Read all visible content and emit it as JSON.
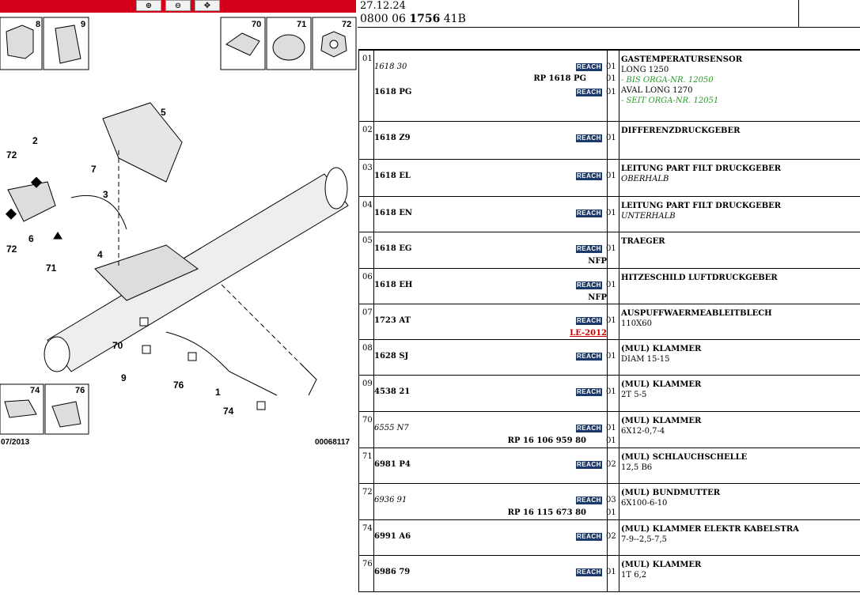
{
  "toolbar": {
    "zoom_in_icon": "zoom-in-icon",
    "zoom_out_icon": "zoom-out-icon",
    "pan_icon": "pan-icon"
  },
  "inset_boxes_top": [
    {
      "label": "8"
    },
    {
      "label": "9"
    },
    {
      "label": "70"
    },
    {
      "label": "71"
    },
    {
      "label": "72"
    }
  ],
  "inset_boxes_bottom": [
    {
      "label": "74"
    },
    {
      "label": "76"
    }
  ],
  "callouts": [
    "5",
    "2",
    "72",
    "7",
    "3",
    "6",
    "4",
    "72",
    "71",
    "70",
    "9",
    "76",
    "1",
    "74"
  ],
  "footer_left": "07/2013",
  "footer_right": "00068117",
  "header": {
    "date": "27.12.24",
    "ref_prefix": "0800 06 ",
    "ref_bold": "1756",
    "ref_suffix": " 41B"
  },
  "rows": [
    {
      "pos": "01",
      "h": 90,
      "lines": [
        {
          "part": "1618 30",
          "style": "i",
          "reach": true,
          "qty": "01"
        },
        {
          "part": "",
          "rcode": "RP 1618 PG",
          "rqty": "01"
        },
        {
          "part": "1618 PG",
          "style": "b",
          "reach": true,
          "qty": "01"
        }
      ],
      "desc": [
        {
          "t": "GASTEMPERATURSENSOR",
          "k": "t"
        },
        {
          "t": "LONG 1250",
          "k": "s"
        },
        {
          "t": "- BIS ORGA-NR. 12050",
          "k": "green"
        },
        {
          "t": "AVAL LONG 1270",
          "k": "s"
        },
        {
          "t": "- SEIT ORGA-NR. 12051",
          "k": "green"
        }
      ]
    },
    {
      "pos": "02",
      "h": 48,
      "lines": [
        {
          "part": "1618 Z9",
          "style": "b",
          "reach": true,
          "qty": "01"
        }
      ],
      "desc": [
        {
          "t": "DIFFERENZDRUCKGEBER",
          "k": "t"
        }
      ]
    },
    {
      "pos": "03",
      "h": 47,
      "lines": [
        {
          "part": "1618 EL",
          "style": "b",
          "reach": true,
          "qty": "01"
        }
      ],
      "desc": [
        {
          "t": "LEITUNG PART FILT DRUCKGEBER",
          "k": "t"
        },
        {
          "t": "OBERHALB",
          "k": "it"
        }
      ]
    },
    {
      "pos": "04",
      "h": 45,
      "lines": [
        {
          "part": "1618 EN",
          "style": "b",
          "reach": true,
          "qty": "01"
        }
      ],
      "desc": [
        {
          "t": "LEITUNG PART FILT DRUCKGEBER",
          "k": "t"
        },
        {
          "t": "UNTERHALB",
          "k": "it"
        }
      ]
    },
    {
      "pos": "05",
      "h": 46,
      "lines": [
        {
          "part": "1618 EG",
          "style": "b",
          "reach": true,
          "qty": "01"
        },
        {
          "part": "",
          "rcode": "NFP"
        }
      ],
      "desc": [
        {
          "t": "TRAEGER",
          "k": "t"
        }
      ]
    },
    {
      "pos": "06",
      "h": 45,
      "lines": [
        {
          "part": "1618 EH",
          "style": "b",
          "reach": true,
          "qty": "01"
        },
        {
          "part": "",
          "rcode": "NFP"
        }
      ],
      "desc": [
        {
          "t": "HITZESCHILD LUFTDRUCKGEBER",
          "k": "t"
        }
      ]
    },
    {
      "pos": "07",
      "h": 45,
      "lines": [
        {
          "part": "1723 AT",
          "style": "b",
          "reach": true,
          "qty": "01"
        },
        {
          "part": "",
          "rcode": "LE-2012",
          "red": true
        }
      ],
      "desc": [
        {
          "t": "AUSPUFFWAERMEABLEITBLECH",
          "k": "t"
        },
        {
          "t": "110X60",
          "k": "s"
        }
      ]
    },
    {
      "pos": "08",
      "h": 45,
      "lines": [
        {
          "part": "1628 SJ",
          "style": "b",
          "reach": true,
          "qty": "01"
        }
      ],
      "desc": [
        {
          "t": "(MUL) KLAMMER",
          "k": "t"
        },
        {
          "t": "DIAM 15-15",
          "k": "s"
        }
      ]
    },
    {
      "pos": "09",
      "h": 46,
      "lines": [
        {
          "part": "4538 21",
          "style": "b",
          "reach": true,
          "qty": "01"
        }
      ],
      "desc": [
        {
          "t": "(MUL) KLAMMER",
          "k": "t"
        },
        {
          "t": "2T 5-5",
          "k": "s"
        }
      ]
    },
    {
      "pos": "70",
      "h": 46,
      "lines": [
        {
          "part": "6555 N7",
          "style": "i",
          "reach": true,
          "qty": "01"
        },
        {
          "part": "",
          "rcode": "RP 16 106 959 80",
          "rqty": "01"
        }
      ],
      "desc": [
        {
          "t": "(MUL) KLAMMER",
          "k": "t"
        },
        {
          "t": "6X12-0,7-4",
          "k": "s"
        }
      ]
    },
    {
      "pos": "71",
      "h": 45,
      "lines": [
        {
          "part": "6981 P4",
          "style": "b",
          "reach": true,
          "qty": "02"
        }
      ],
      "desc": [
        {
          "t": "(MUL) SCHLAUCHSCHELLE",
          "k": "t"
        },
        {
          "t": "12,5 B6",
          "k": "s"
        }
      ]
    },
    {
      "pos": "72",
      "h": 46,
      "lines": [
        {
          "part": "6936 91",
          "style": "i",
          "reach": true,
          "qty": "03"
        },
        {
          "part": "",
          "rcode": "RP 16 115 673 80",
          "rqty": "01"
        }
      ],
      "desc": [
        {
          "t": "(MUL) BUNDMUTTER",
          "k": "t"
        },
        {
          "t": "6X100-6-10",
          "k": "s"
        }
      ]
    },
    {
      "pos": "74",
      "h": 45,
      "lines": [
        {
          "part": "6991 A6",
          "style": "b",
          "reach": true,
          "qty": "02"
        }
      ],
      "desc": [
        {
          "t": "(MUL) KLAMMER ELEKTR KABELSTRA",
          "k": "t"
        },
        {
          "t": "7-9--2,5-7,5",
          "k": "s"
        }
      ]
    },
    {
      "pos": "76",
      "h": 46,
      "lines": [
        {
          "part": "6986 79",
          "style": "b",
          "reach": true,
          "qty": "01"
        }
      ],
      "desc": [
        {
          "t": "(MUL) KLAMMER",
          "k": "t"
        },
        {
          "t": "1T 6,2",
          "k": "s"
        }
      ]
    }
  ],
  "reach_label": "REACH"
}
